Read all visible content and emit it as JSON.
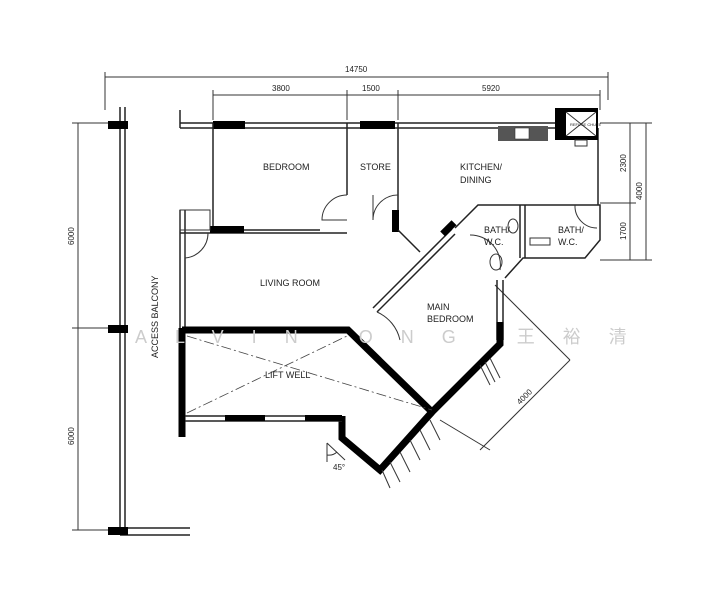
{
  "dimensions": {
    "overall_width": "14750",
    "bedroom_width": "3800",
    "store_width": "1500",
    "kitchen_width": "5920",
    "right_upper": "2300",
    "right_lower": "1700",
    "right_total": "4000",
    "left_upper": "6000",
    "left_lower": "6000",
    "diagonal": "4000"
  },
  "rooms": {
    "bedroom": "BEDROOM",
    "store": "STORE",
    "kitchen_line1": "KITCHEN/",
    "kitchen_line2": "DINING",
    "bath1_line1": "BATH/",
    "bath1_line2": "W.C.",
    "bath2_line1": "BATH/",
    "bath2_line2": "W.C.",
    "living_room": "LIVING ROOM",
    "main_bedroom_line1": "MAIN",
    "main_bedroom_line2": "BEDROOM",
    "lift_well": "LIFT WELL",
    "access_balcony": "ACCESS BALCONY",
    "refuse_chute": "REFUSE CHUTE"
  },
  "angle_label": "45°",
  "watermark": "ALVIN ONG 王裕清"
}
